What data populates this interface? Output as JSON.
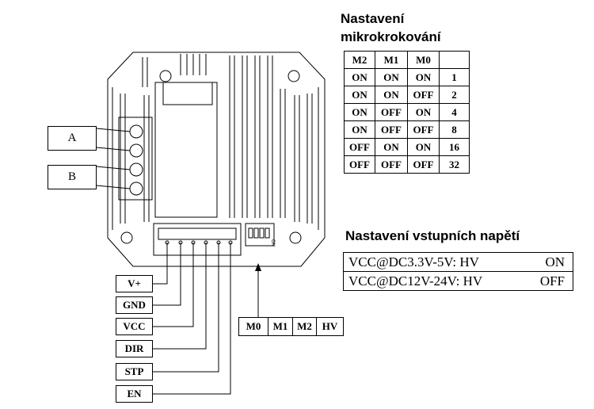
{
  "micro": {
    "title_line1": "Nastavení",
    "title_line2": "mikrokrokování",
    "headers": [
      "M2",
      "M1",
      "M0",
      ""
    ],
    "rows": [
      [
        "ON",
        "ON",
        "ON",
        "1"
      ],
      [
        "ON",
        "ON",
        "OFF",
        "2"
      ],
      [
        "ON",
        "OFF",
        "ON",
        "4"
      ],
      [
        "ON",
        "OFF",
        "OFF",
        "8"
      ],
      [
        "OFF",
        "ON",
        "ON",
        "16"
      ],
      [
        "OFF",
        "OFF",
        "OFF",
        "32"
      ]
    ]
  },
  "voltage": {
    "title": "Nastavení vstupních napětí",
    "rows": [
      {
        "label": "VCC@DC3.3V-5V:  HV",
        "value": "ON"
      },
      {
        "label": "VCC@DC12V-24V: HV",
        "value": "OFF"
      }
    ]
  },
  "coils": [
    "A",
    "B"
  ],
  "pins": [
    "V+",
    "GND",
    "VCC",
    "DIR",
    "STP",
    "EN"
  ],
  "dip_switch": {
    "labels": [
      "M0",
      "M1",
      "M2",
      "HV"
    ],
    "marking": "ON"
  }
}
